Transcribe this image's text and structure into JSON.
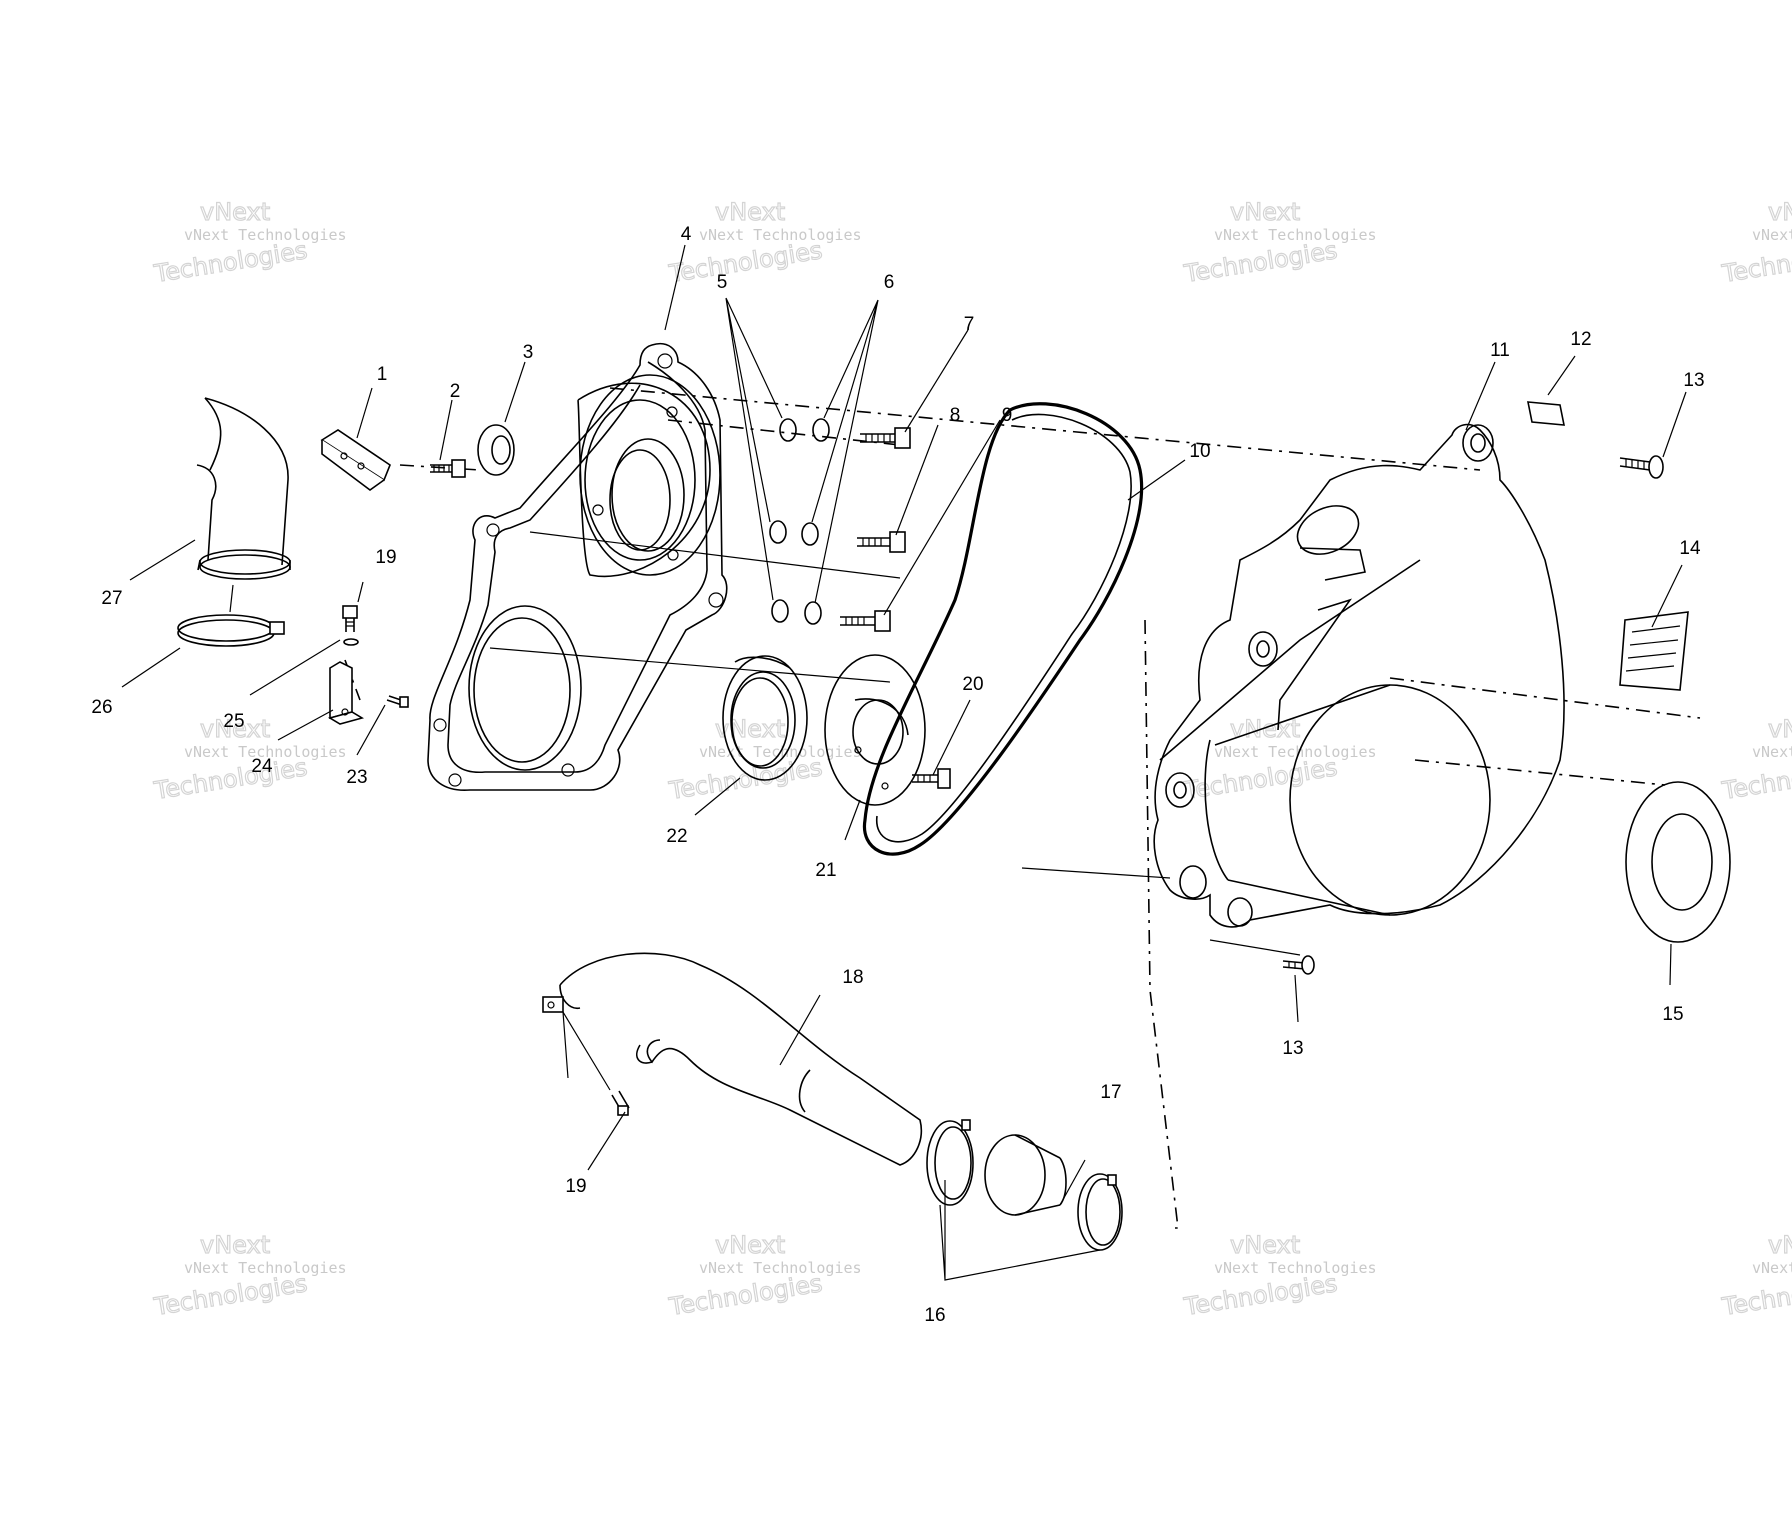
{
  "diagram": {
    "callouts": [
      "1",
      "2",
      "3",
      "4",
      "5",
      "6",
      "7",
      "8",
      "9",
      "10",
      "11",
      "12",
      "13",
      "14",
      "15",
      "16",
      "17",
      "18",
      "19",
      "20",
      "21",
      "22",
      "23",
      "24",
      "25",
      "26",
      "27"
    ],
    "watermark": {
      "line1": "vNext Technologies",
      "line2": "vNext",
      "line3": "Technologies"
    }
  }
}
